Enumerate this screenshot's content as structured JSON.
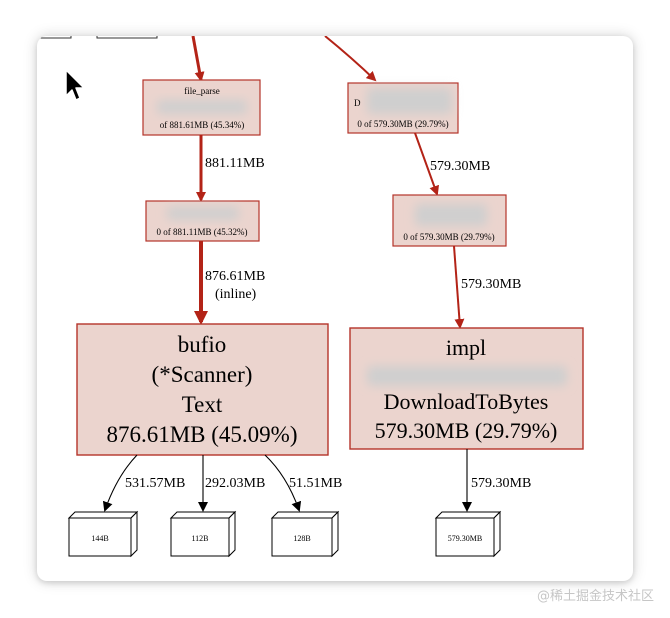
{
  "nodes": {
    "file_parse": {
      "title": "file_parse",
      "detail": "of 881.61MB (45.34%)"
    },
    "right_top": {
      "title_partial": "D",
      "title_partial_2": "...",
      "detail": "0 of 579.30MB (29.79%)"
    },
    "left_mid": {
      "detail": "0 of 881.11MB (45.32%)"
    },
    "right_mid": {
      "detail": "0 of 579.30MB (29.79%)"
    },
    "bufio": {
      "line1": "bufio",
      "line2": "(*Scanner)",
      "line3": "Text",
      "line4": "876.61MB (45.09%)"
    },
    "impl": {
      "line1": "impl",
      "line3": "DownloadToBytes",
      "line4": "579.30MB (29.79%)"
    },
    "leaf1": {
      "label": "144B"
    },
    "leaf2": {
      "label": "112B"
    },
    "leaf3": {
      "label": "128B"
    },
    "leaf4": {
      "label": "579.30MB"
    }
  },
  "edges": {
    "e_fileparse_leftmid": "881.11MB",
    "e_righttop_rightmid": "579.30MB",
    "e_leftmid_bufio_1": "876.61MB",
    "e_leftmid_bufio_2": "(inline)",
    "e_rightmid_impl": "579.30MB",
    "e_bufio_leaf1": "531.57MB",
    "e_bufio_leaf2": "292.03MB",
    "e_bufio_leaf3": "51.51MB",
    "e_impl_leaf4": "579.30MB"
  },
  "watermark": "@稀土掘金技术社区",
  "colors": {
    "node_fill": "#ebd4ce",
    "node_stroke": "#b5342a",
    "edge_red": "#b32317"
  },
  "icons": {
    "cursor": "mouse-pointer-icon"
  }
}
